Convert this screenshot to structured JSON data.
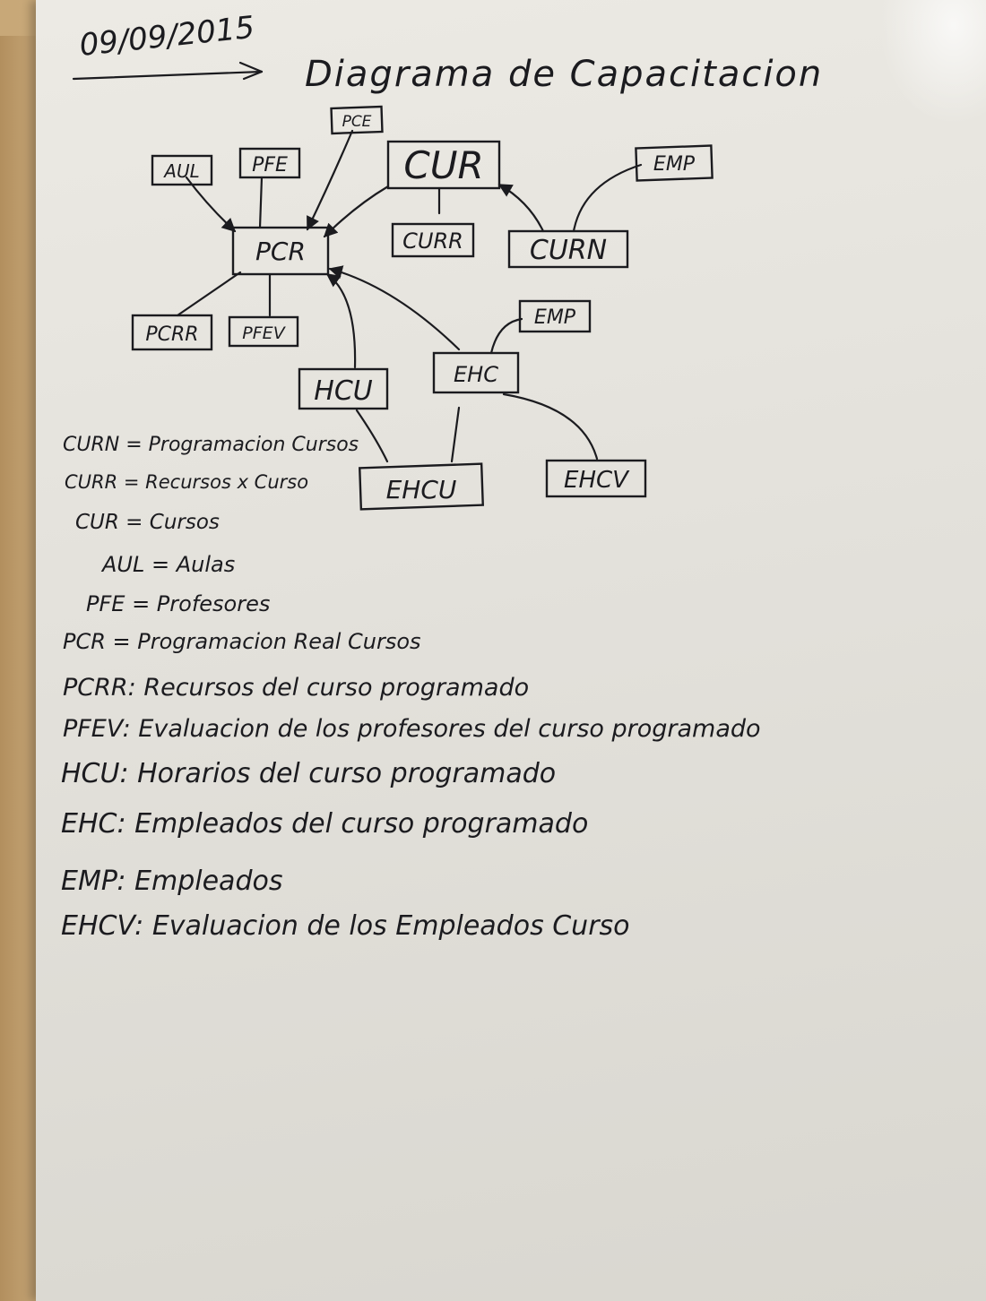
{
  "date": "09/09/2015",
  "title": "Diagrama de Capacitacion",
  "nodes": {
    "pce": "PCE",
    "aul": "AUL",
    "pfe": "PFE",
    "cur": "CUR",
    "emp_top": "EMP",
    "pcr": "PCR",
    "curr": "CURR",
    "curn": "CURN",
    "pcrr": "PCRR",
    "pfev": "PFEV",
    "emp_mid": "EMP",
    "ehc": "EHC",
    "hcu": "HCU",
    "ehcu": "EHCU",
    "ehcv": "EHCV"
  },
  "legend": [
    "CURN = Programacion Cursos",
    "CURR = Recursos x Curso",
    "CUR = Cursos",
    "AUL = Aulas",
    "PFE = Profesores",
    "PCR = Programacion Real Cursos",
    "PCRR: Recursos del curso programado",
    "PFEV: Evaluacion de los profesores del curso programado",
    "HCU: Horarios del curso programado",
    "EHC: Empleados del curso programado",
    "EMP: Empleados",
    "EHCV: Evaluacion de los Empleados Curso"
  ]
}
